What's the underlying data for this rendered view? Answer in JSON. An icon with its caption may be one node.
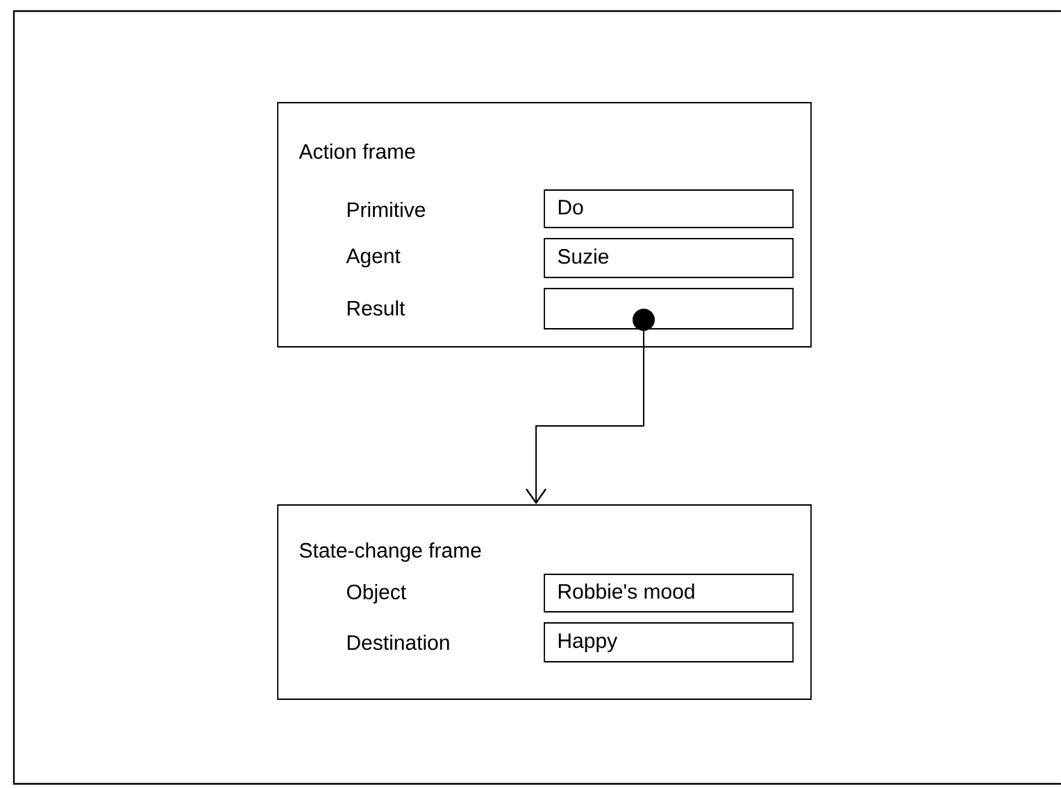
{
  "diagram": {
    "nodes": [
      {
        "text": [
          "Action frame",
          "Primitive",
          "Agent",
          "Result"
        ]
      },
      {
        "text": [
          "Do"
        ],
        "in": 0
      },
      {
        "text": [
          "Suzie"
        ],
        "in": 0
      },
      {
        "text": [],
        "shape": "box",
        "in": 0
      },
      {
        "text": [
          "State-change frame",
          "Object",
          "Destination"
        ]
      },
      {
        "text": [
          "Robbie's mood"
        ],
        "in": 4
      },
      {
        "text": [
          "Happy"
        ],
        "in": 4
      }
    ],
    "edges": [
      {
        "from": 3,
        "to": 4,
        "arrow": "to"
      }
    ]
  }
}
